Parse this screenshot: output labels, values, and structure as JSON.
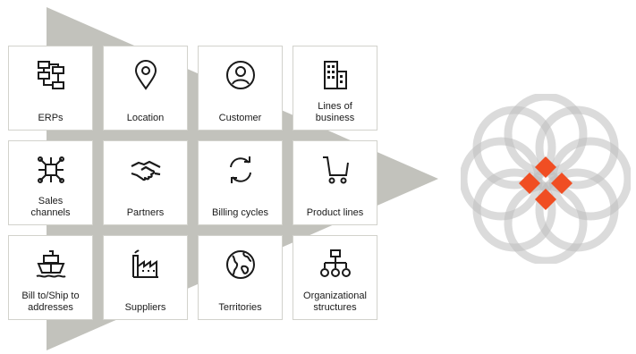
{
  "colors": {
    "arrow": "#c2c2bc",
    "accent": "#f04e23",
    "ring": "#bdbdbd"
  },
  "tiles": [
    {
      "label": "ERPs",
      "icon": "erp-flowchart-icon"
    },
    {
      "label": "Location",
      "icon": "location-pin-icon"
    },
    {
      "label": "Customer",
      "icon": "customer-icon"
    },
    {
      "label": "Lines of\nbusiness",
      "icon": "buildings-icon"
    },
    {
      "label": "Sales\nchannels",
      "icon": "network-hub-icon"
    },
    {
      "label": "Partners",
      "icon": "handshake-icon"
    },
    {
      "label": "Billing cycles",
      "icon": "cycle-arrows-icon"
    },
    {
      "label": "Product lines",
      "icon": "shopping-cart-icon"
    },
    {
      "label": "Bill to/Ship to\naddresses",
      "icon": "ship-icon"
    },
    {
      "label": "Suppliers",
      "icon": "factory-icon"
    },
    {
      "label": "Territories",
      "icon": "globe-icon"
    },
    {
      "label": "Organizational\nstructures",
      "icon": "org-chart-icon"
    }
  ]
}
